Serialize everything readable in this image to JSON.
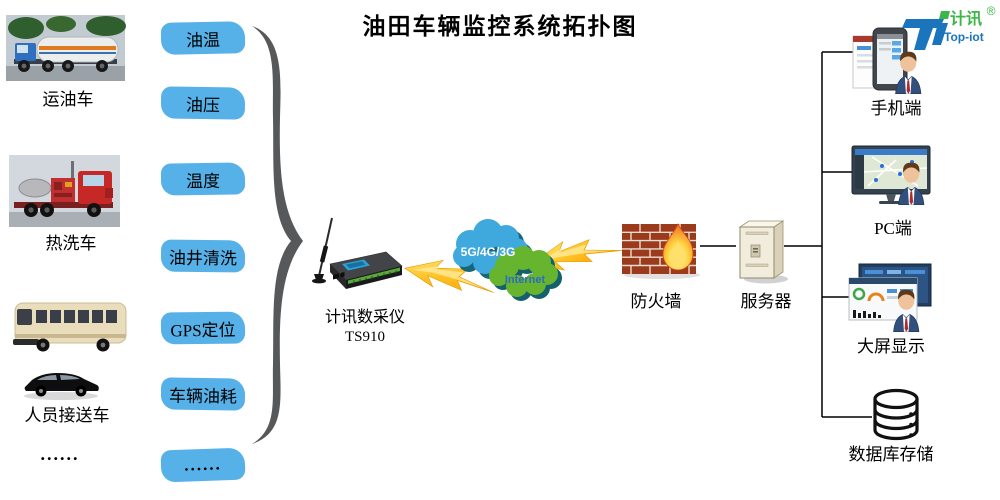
{
  "title": "油田车辆监控系统拓扑图",
  "logo": {
    "brand_cn": "计讯",
    "brand_en": "Top-iot",
    "registered_mark": "®"
  },
  "vehicles": [
    {
      "label": "运油车"
    },
    {
      "label": "热洗车"
    },
    {
      "label": "人员接送车"
    },
    {
      "label": "......"
    }
  ],
  "parameters": [
    "油温",
    "油压",
    "温度",
    "油井清洗",
    "GPS定位",
    "车辆油耗",
    "......"
  ],
  "device": {
    "name": "计讯数采仪",
    "model": "TS910"
  },
  "network": {
    "cloud_top": "5G/4G/3G",
    "cloud_bottom": "Internet"
  },
  "security": {
    "firewall": "防火墙",
    "server": "服务器"
  },
  "clients": [
    {
      "label": "手机端"
    },
    {
      "label": "PC端"
    },
    {
      "label": "大屏显示"
    },
    {
      "label": "数据库存储"
    }
  ],
  "colors": {
    "tag_blue": "#57b1e9",
    "brace_gray": "#57585a",
    "cloud_blue": "#3fa9de",
    "cloud_green": "#67b42f",
    "bolt_yellow": "#ffcc33",
    "brick_red": "#9b3b1c",
    "logo_blue": "#1b75bc",
    "logo_green": "#3db54a"
  }
}
